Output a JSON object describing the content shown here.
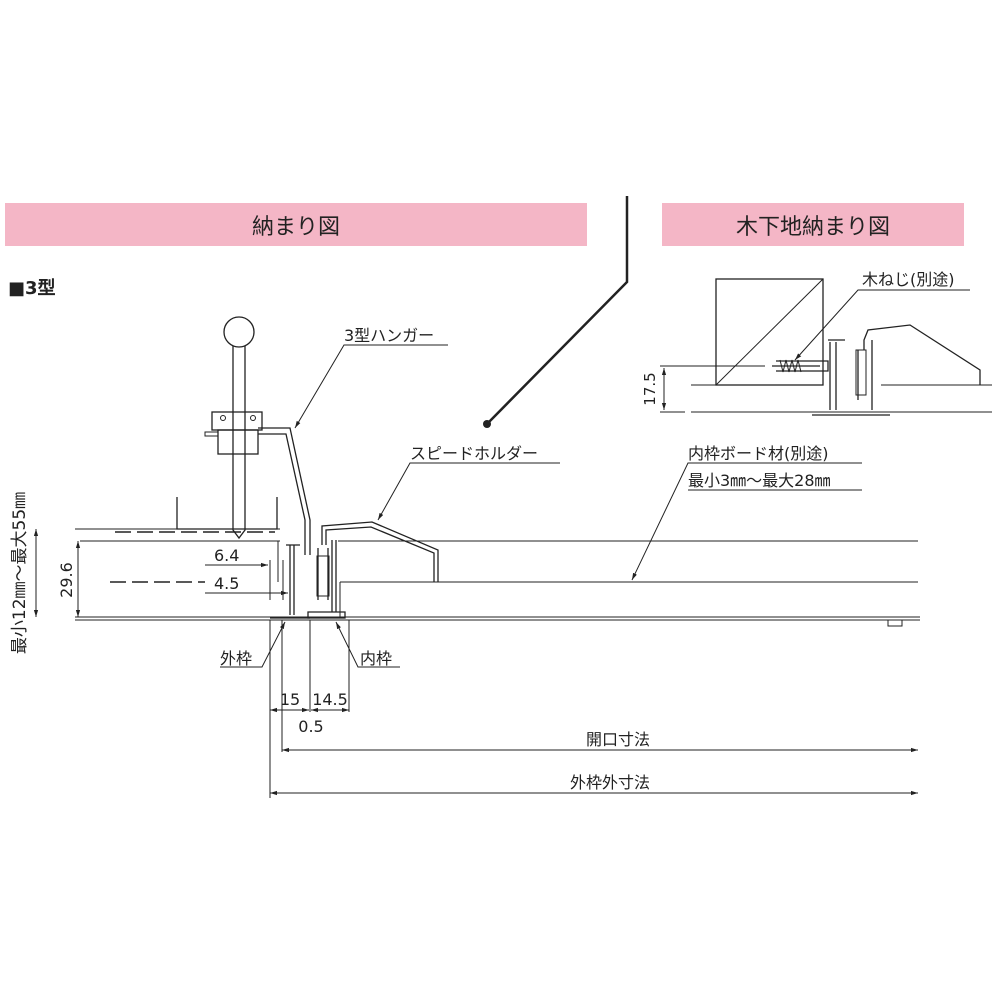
{
  "headers": {
    "left": "納まり図",
    "right": "木下地納まり図"
  },
  "type_label": "■3型",
  "labels": {
    "hanger": "3型ハンガー",
    "speed_holder": "スピードホルダー",
    "inner_board": "内枠ボード材(別途)",
    "inner_board_range": "最小3㎜～最大28㎜",
    "outer_frame": "外枠",
    "inner_frame": "内枠",
    "wood_screw": "木ねじ(別途)",
    "ceiling_range": "最小12㎜～最大55㎜"
  },
  "dimensions": {
    "d29_6": "29.6",
    "d6_4": "6.4",
    "d4_5": "4.5",
    "d15": "15",
    "d14_5": "14.5",
    "d0_5": "0.5",
    "d17_5": "17.5",
    "opening": "開口寸法",
    "outer_frame_outer": "外枠外寸法"
  }
}
